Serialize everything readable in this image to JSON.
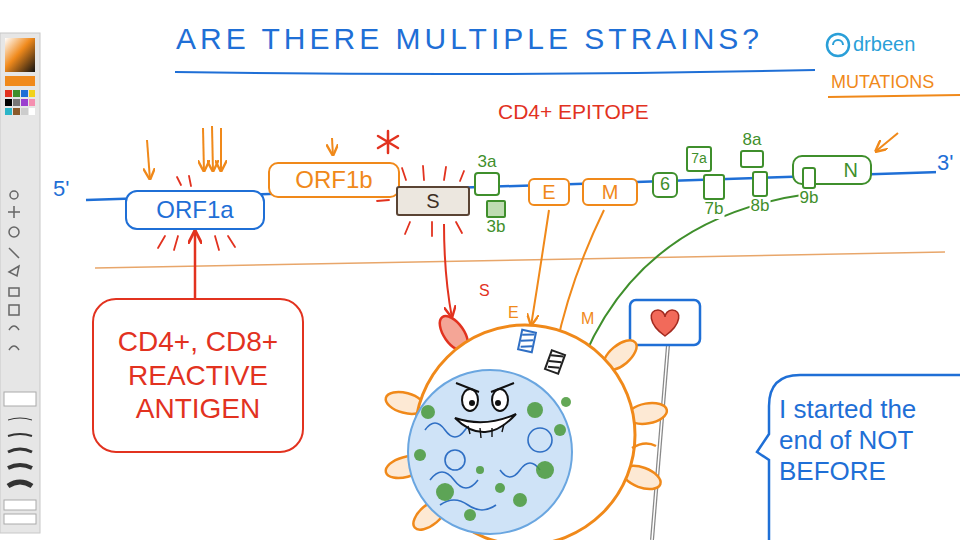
{
  "diagram": {
    "title": "ARE THERE MULTIPLE STRAINS?",
    "nodes": [
      {
        "text": [
          "ORF1a"
        ]
      },
      {
        "text": [
          "ORF1b"
        ]
      },
      {
        "text": [
          "S"
        ]
      },
      {
        "text": [
          "3a"
        ]
      },
      {
        "text": [
          "3b"
        ]
      },
      {
        "text": [
          "E"
        ]
      },
      {
        "text": [
          "M"
        ]
      },
      {
        "text": [
          "6"
        ]
      },
      {
        "text": [
          "7a"
        ]
      },
      {
        "text": [
          "7b"
        ]
      },
      {
        "text": [
          "8a"
        ]
      },
      {
        "text": [
          "8b"
        ]
      },
      {
        "text": [
          "N"
        ]
      },
      {
        "text": [
          "9b"
        ],
        "in": 12
      },
      {
        "text": [
          "CD4+, CD8+ REACTIVE ANTIGEN"
        ]
      },
      {
        "text": [
          "I started the end of NOT BEFORE"
        ]
      }
    ],
    "edges": [
      {
        "from": 14,
        "to": 0,
        "arrow": "to"
      }
    ],
    "labels": [
      "MUTATIONS",
      "drbeen",
      "CD4+ EPITOPE",
      "5'",
      "3'",
      "S",
      "E",
      "M"
    ]
  }
}
